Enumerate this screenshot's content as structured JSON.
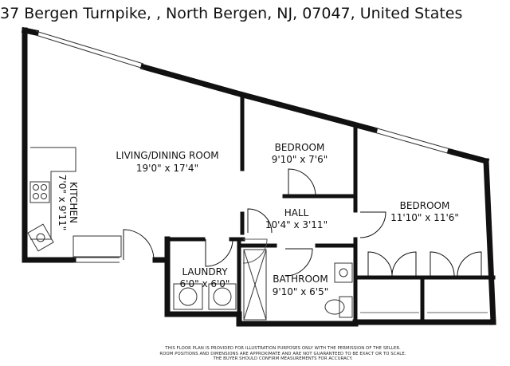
{
  "header": {
    "address": "37 Bergen Turnpike, , North Bergen, NJ, 07047, United States"
  },
  "rooms": {
    "living_dining": {
      "name": "LIVING/DINING ROOM",
      "dims": "19'0\" x 17'4\""
    },
    "bedroom_1": {
      "name": "BEDROOM",
      "dims": "9'10\" x 7'6\""
    },
    "bedroom_2": {
      "name": "BEDROOM",
      "dims": "11'10\" x 11'6\""
    },
    "kitchen": {
      "name": "KITCHEN",
      "dims": "7'0\" x 9'11\""
    },
    "hall": {
      "name": "HALL",
      "dims": "10'4\" x 3'11\""
    },
    "laundry": {
      "name": "LAUNDRY",
      "dims": "6'0\" x 6'0\""
    },
    "bathroom": {
      "name": "BATHROOM",
      "dims": "9'10\" x 6'5\""
    }
  },
  "footer": {
    "disclaimer_lines": [
      "THIS FLOOR PLAN IS PROVIDED FOR ILLUSTRATION PURPOSES ONLY WITH THE PERMISSION OF THE SELLER.",
      "ROOM POSITIONS AND DIMENSIONS ARE APPROXIMATE AND ARE NOT GUARANTEED TO BE EXACT OR TO SCALE.",
      "THE BUYER SHOULD CONFIRM MEASUREMENTS FOR ACCURACY."
    ]
  }
}
